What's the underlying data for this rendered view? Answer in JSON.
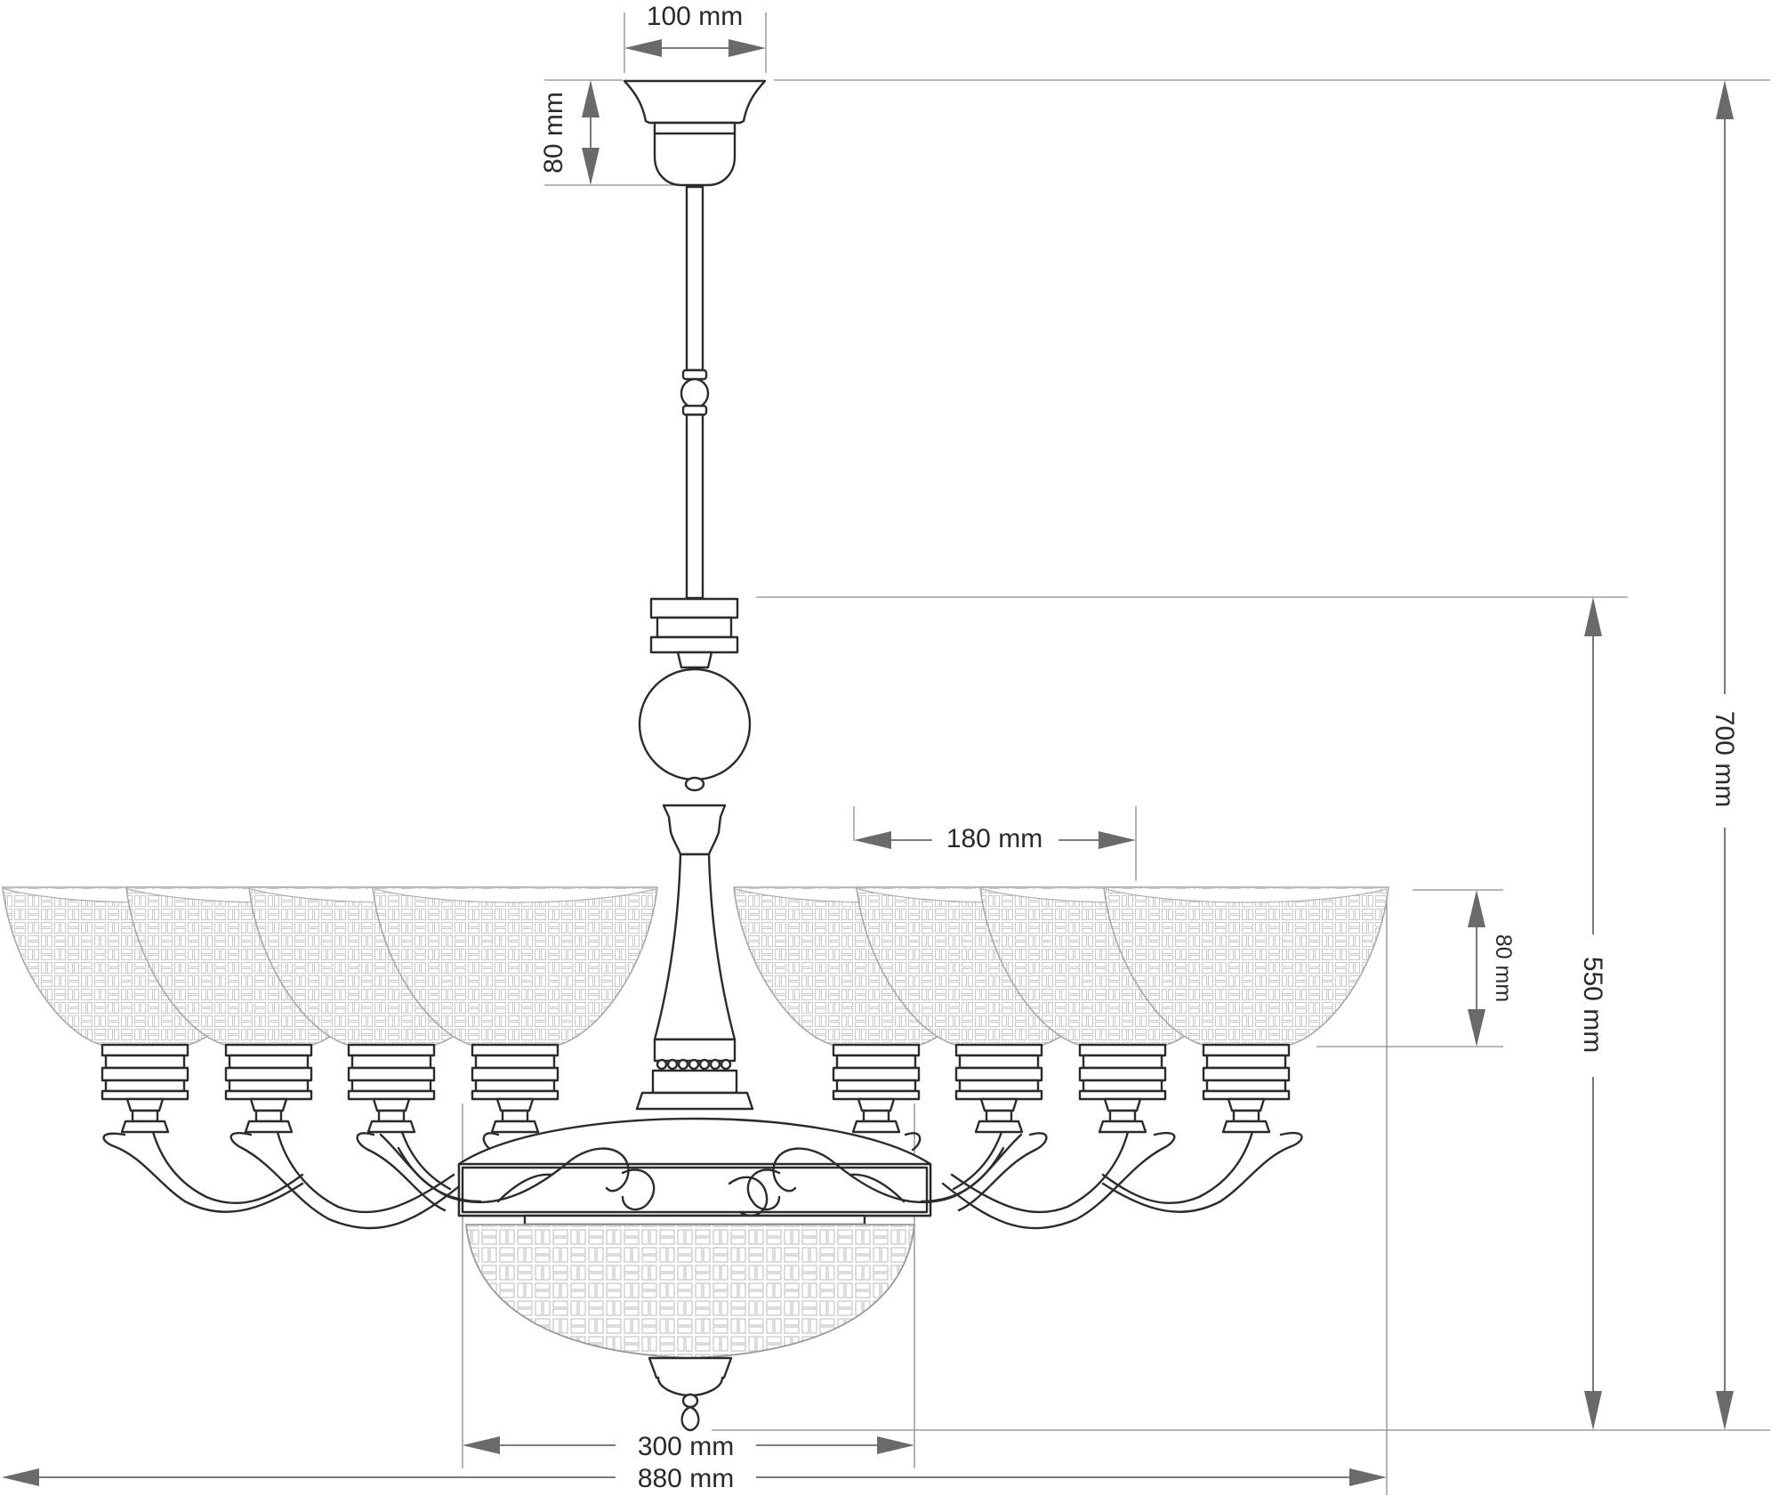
{
  "diagram": {
    "dimensions": {
      "canopy_width": "100 mm",
      "canopy_height": "80 mm",
      "total_height": "700 mm",
      "body_height": "550 mm",
      "shade_width": "180 mm",
      "shade_height": "80 mm",
      "bowl_width": "300 mm",
      "total_width": "880 mm"
    },
    "line_color": "#2b2b2b",
    "dimension_color": "#6a6a6a",
    "pattern_color": "#c8c8c8"
  }
}
